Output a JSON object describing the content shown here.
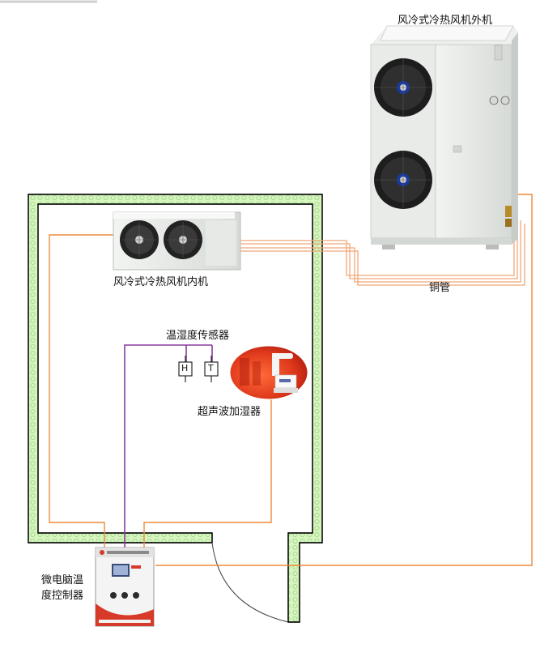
{
  "labels": {
    "outdoor_unit": "风冷式冷热风机外机",
    "indoor_unit": "风冷式冷热风机内机",
    "copper_pipe": "铜管",
    "sensor": "温湿度传感器",
    "sensor_h": "H",
    "sensor_t": "T",
    "humidifier": "超声波加湿器",
    "controller_line1": "微电脑温",
    "controller_line2": "度控制器"
  },
  "colors": {
    "wall_fill": "#d6f5bf",
    "wall_border": "#000000",
    "unit_body": "#e3e6e3",
    "pipe": "#f0a878",
    "wire_orange": "#ee8a3c",
    "wire_purple": "#8a3c9e",
    "controller_accent": "#d83a2a"
  }
}
